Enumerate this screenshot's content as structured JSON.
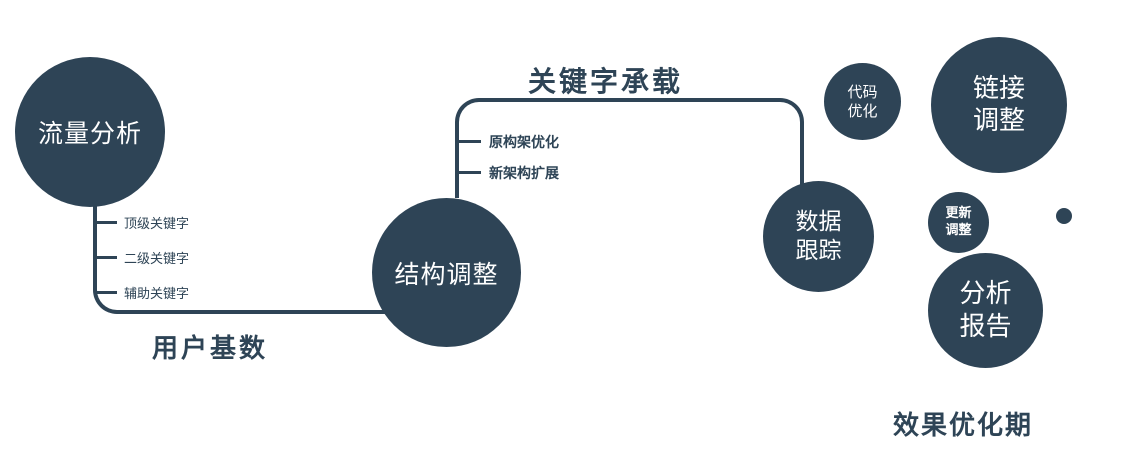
{
  "colors": {
    "primary": "#2e4456",
    "node_text": "#ffffff",
    "background": "#ffffff"
  },
  "nodes": {
    "traffic": "流量分析",
    "structure": "结构调整",
    "tracking": "数据跟踪",
    "code": "代码优化",
    "link": "链接调整",
    "update": "更新调整",
    "report": "分析报告"
  },
  "edges": {
    "user_base": "用户基数",
    "keyword_carry": "关键字承载"
  },
  "left_ticks": [
    "顶级关键字",
    "二级关键字",
    "辅助关键字"
  ],
  "mid_ticks": [
    "原构架优化",
    "新架构扩展"
  ],
  "phase": "效果优化期"
}
